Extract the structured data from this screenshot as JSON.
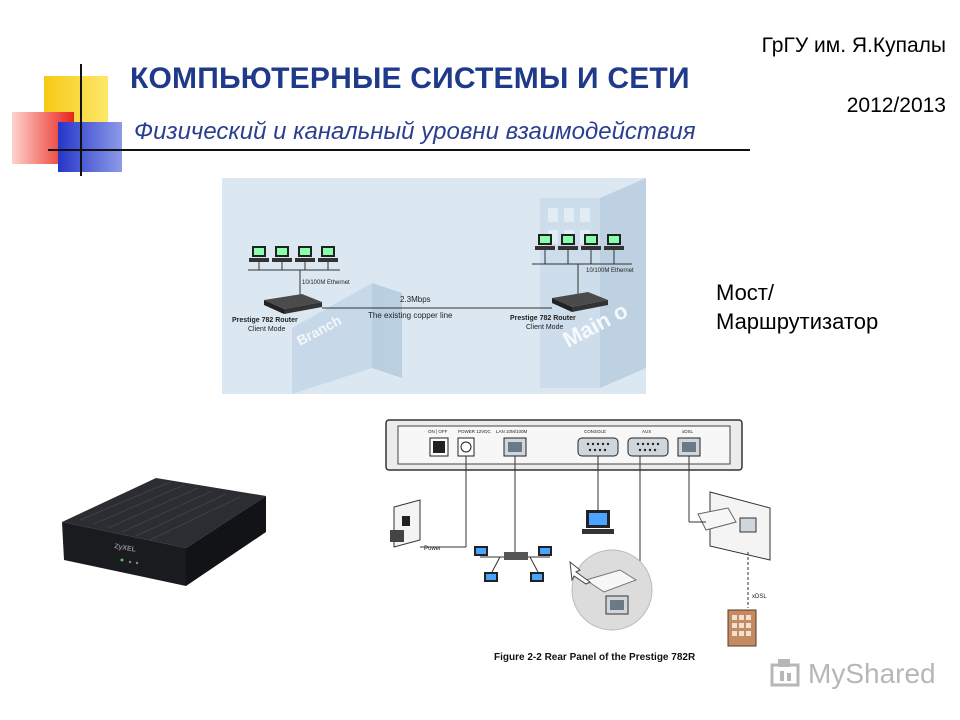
{
  "header": {
    "title": "КОМПЬЮТЕРНЫЕ СИСТЕМЫ  И СЕТИ",
    "subtitle": "Физический и канальный уровни взаимодействия",
    "university": "ГрГУ им. Я.Купалы",
    "year": "2012/2013"
  },
  "side_note": {
    "line1": "Мост/",
    "line2": "Маршрутизатор"
  },
  "network_diagram": {
    "left_ethernet_label": "10/100M Ethernet",
    "right_ethernet_label": "10/100M Ethernet",
    "link_speed": "2.3Mbps",
    "link_description": "The existing copper line",
    "left_router_name": "Prestige 782 Router",
    "left_router_mode": "Client Mode",
    "right_router_name": "Prestige 782 Router",
    "right_router_mode": "Client Mode",
    "left_site_label": "Branch",
    "right_site_label": "Main o"
  },
  "rear_panel": {
    "port_labels": [
      "ON | OFF",
      "POWER 12VDC",
      "LAN 10M/100M",
      "CONSOLE",
      "AUX",
      "xDSL"
    ],
    "power_label": "Power",
    "xdsl_label": "xDSL",
    "caption": "Figure 2-2 Rear Panel of the Prestige 782R"
  },
  "device_photo": {
    "brand": "ZyXEL"
  },
  "watermark": {
    "text": "MyShared"
  },
  "colors": {
    "title": "#1f3a8a",
    "deco_yellow": "#f6c916",
    "deco_red": "#e8231c",
    "deco_blue": "#2536c9",
    "diagram_bg": "#dbe8f2"
  }
}
